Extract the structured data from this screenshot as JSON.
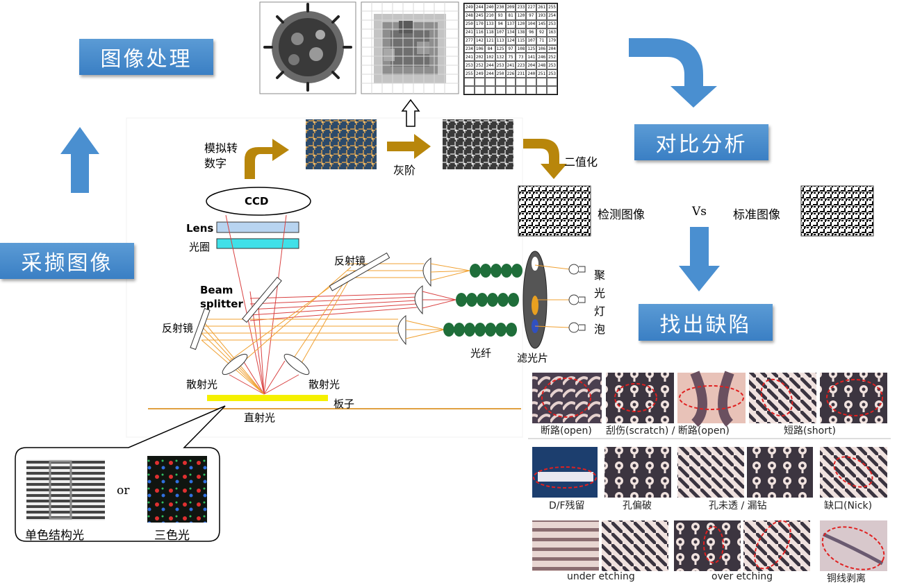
{
  "stages": {
    "image_processing": "图像处理",
    "acquire_image": "采撷图像",
    "compare_analysis": "对比分析",
    "find_defects": "找出缺陷"
  },
  "flow": {
    "analog_to_digital_l1": "模拟转",
    "analog_to_digital_l2": "数字",
    "grayscale": "灰阶",
    "binarize": "二值化",
    "inspected_image": "检测图像",
    "vs": "Vs",
    "standard_image": "标准图像"
  },
  "optics": {
    "ccd": "CCD",
    "lens": "Lens",
    "aperture": "光圈",
    "mirror_top": "反射镜",
    "beam_l1": "Beam",
    "beam_l2": "splitter",
    "mirror_left": "反射镜",
    "scatter_left": "散射光",
    "scatter_right": "散射光",
    "direct_light": "直射光",
    "board": "板子",
    "fiber": "光纤",
    "filter": "滤光片",
    "bulb": [
      "聚",
      "光",
      "灯",
      "泡"
    ]
  },
  "lighting": {
    "mono": "单色结构光",
    "or": "or",
    "tri": "三色光"
  },
  "pixel_grid": [
    [
      "249",
      "244",
      "240",
      "230",
      "209",
      "233",
      "227",
      "261",
      "255"
    ],
    [
      "248",
      "245",
      "210",
      "93",
      "81",
      "120",
      "97",
      "193",
      "254"
    ],
    [
      "250",
      "170",
      "133",
      "94",
      "137",
      "120",
      "104",
      "145",
      "253"
    ],
    [
      "241",
      "116",
      "118",
      "107",
      "134",
      "138",
      "96",
      "92",
      "163"
    ],
    [
      "277",
      "142",
      "121",
      "113",
      "124",
      "115",
      "107",
      "71",
      "179"
    ],
    [
      "234",
      "106",
      "84",
      "125",
      "97",
      "108",
      "125",
      "106",
      "204"
    ],
    [
      "241",
      "202",
      "102",
      "132",
      "75",
      "73",
      "141",
      "246",
      "252"
    ],
    [
      "253",
      "252",
      "244",
      "253",
      "241",
      "223",
      "204",
      "248",
      "253"
    ],
    [
      "255",
      "249",
      "244",
      "250",
      "226",
      "231",
      "240",
      "251",
      "253"
    ],
    [
      "",
      "",
      "",
      "",
      "",
      "",
      "",
      "",
      ""
    ],
    [
      "",
      "",
      "",
      "",
      "",
      "",
      "",
      "",
      ""
    ]
  ],
  "defects": {
    "row1": [
      "断路(open)",
      "刮伤(scratch) / 断路(open)",
      "短路(short)"
    ],
    "row2": [
      "D/F残留",
      "孔偏破",
      "孔未透 / 漏钻",
      "缺口(Nick)"
    ],
    "row3": [
      "under etching",
      "over etching",
      "铜线剥离"
    ]
  },
  "colors": {
    "stage_blue": "#4a8fd0",
    "arrow_gold": "#b8860b",
    "ray_red": "#d94040",
    "ray_orange": "#f0a030",
    "fiber_green": "#1f6e3a",
    "board_yellow": "#f5f000"
  }
}
